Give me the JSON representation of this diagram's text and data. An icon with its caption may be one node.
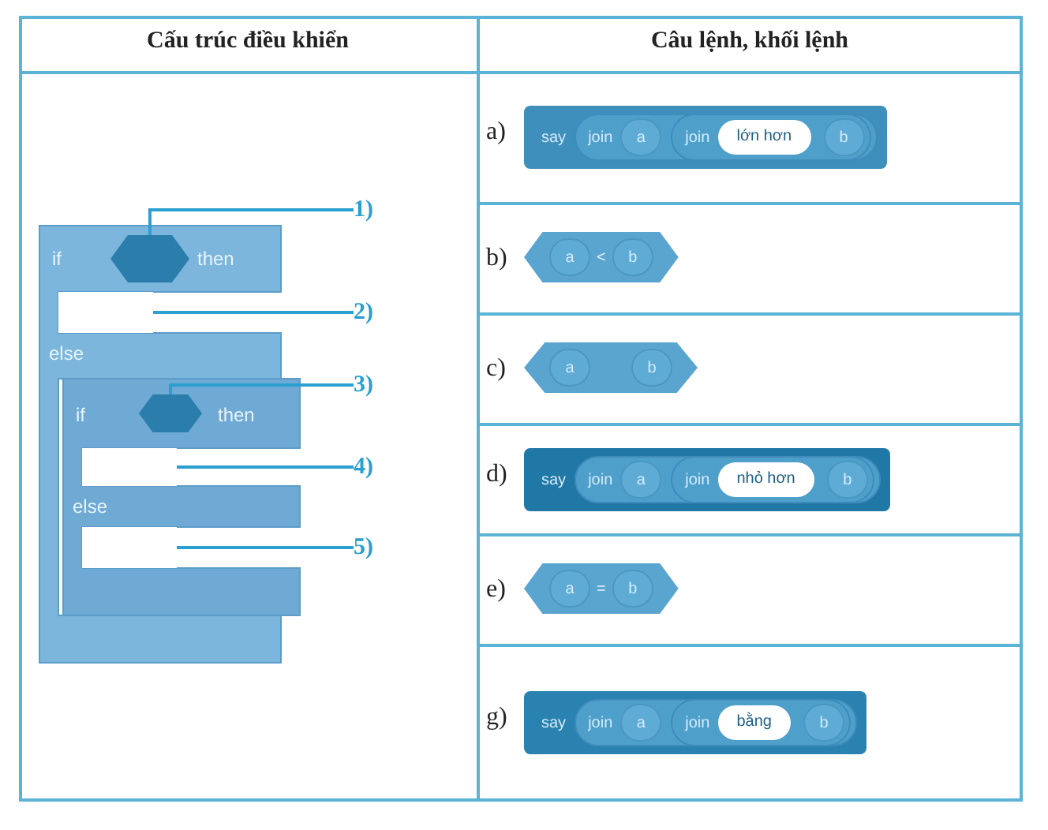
{
  "diagram": {
    "nodes": [
      {
        "text": [
          "if",
          "then",
          "else"
        ]
      },
      {
        "text": [],
        "shape": "hexagon",
        "in": 0
      },
      {
        "text": [],
        "shape": "box",
        "in": 0
      },
      {
        "text": [
          "if",
          "then",
          "else"
        ],
        "in": 0
      },
      {
        "text": [],
        "shape": "hexagon",
        "in": 3
      },
      {
        "text": [],
        "shape": "box",
        "in": 3
      },
      {
        "text": [],
        "shape": "box",
        "in": 3
      },
      {
        "text": [
          "1)"
        ]
      },
      {
        "text": [
          "2)"
        ]
      },
      {
        "text": [
          "3)"
        ]
      },
      {
        "text": [
          "4)"
        ]
      },
      {
        "text": [
          "5)"
        ]
      },
      {
        "text": [
          "say",
          "join",
          "a",
          "join",
          "lớn hơn",
          "b"
        ],
        "beside": [
          "a)"
        ]
      },
      {
        "text": [
          "a",
          "<",
          "b"
        ],
        "beside": [
          "b)"
        ]
      },
      {
        "text": [
          "a",
          "b"
        ],
        "beside": [
          "c)"
        ]
      },
      {
        "text": [
          "say",
          "join",
          "a",
          "join",
          "nhỏ hơn",
          "b"
        ],
        "beside": [
          "d)"
        ]
      },
      {
        "text": [
          "a",
          "=",
          "b"
        ],
        "beside": [
          "e)"
        ]
      },
      {
        "text": [
          "say",
          "join",
          "a",
          "join",
          "bằng",
          "b"
        ],
        "beside": [
          "g)"
        ]
      }
    ],
    "edges": [
      {
        "from": 7,
        "to": 1,
        "arrow": "none"
      },
      {
        "from": 8,
        "to": 2,
        "arrow": "none"
      },
      {
        "from": 9,
        "to": 4,
        "arrow": "none"
      },
      {
        "from": 10,
        "to": 5,
        "arrow": "none"
      },
      {
        "from": 11,
        "to": 6,
        "arrow": "none"
      }
    ],
    "labels": [
      "Cấu trúc điều khiển",
      "Câu lệnh, khối lệnh"
    ]
  }
}
